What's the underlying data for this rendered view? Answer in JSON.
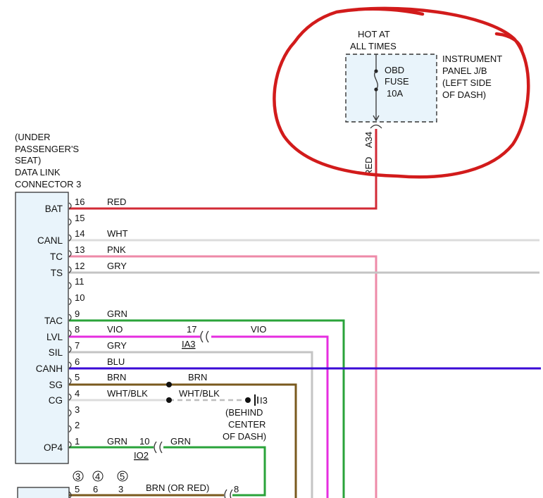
{
  "fuse_box": {
    "hot_line1": "HOT AT",
    "hot_line2": "ALL TIMES",
    "fuse_line1": "OBD",
    "fuse_line2": "FUSE",
    "fuse_line3": "10A",
    "jb_line1": "INSTRUMENT",
    "jb_line2": "PANEL J/B",
    "jb_line3": "(LEFT SIDE",
    "jb_line4": "OF DASH)",
    "terminal": "A34",
    "wire_color": "RED"
  },
  "connector": {
    "line1": "(UNDER",
    "line2": "PASSENGER'S",
    "line3": "SEAT)",
    "line4": "DATA LINK",
    "line5": "CONNECTOR 3"
  },
  "pins": [
    {
      "pin": "16",
      "name": "BAT",
      "wire": "RED"
    },
    {
      "pin": "15",
      "name": "",
      "wire": ""
    },
    {
      "pin": "14",
      "name": "CANL",
      "wire": "WHT"
    },
    {
      "pin": "13",
      "name": "TC",
      "wire": "PNK"
    },
    {
      "pin": "12",
      "name": "TS",
      "wire": "GRY"
    },
    {
      "pin": "11",
      "name": "",
      "wire": ""
    },
    {
      "pin": "10",
      "name": "",
      "wire": ""
    },
    {
      "pin": "9",
      "name": "TAC",
      "wire": "GRN"
    },
    {
      "pin": "8",
      "name": "LVL",
      "wire": "VIO"
    },
    {
      "pin": "7",
      "name": "SIL",
      "wire": "GRY"
    },
    {
      "pin": "6",
      "name": "CANH",
      "wire": "BLU"
    },
    {
      "pin": "5",
      "name": "SG",
      "wire": "BRN"
    },
    {
      "pin": "4",
      "name": "CG",
      "wire": "WHT/BLK"
    },
    {
      "pin": "3",
      "name": "",
      "wire": ""
    },
    {
      "pin": "2",
      "name": "",
      "wire": ""
    },
    {
      "pin": "1",
      "name": "OP4",
      "wire": "GRN"
    }
  ],
  "junctions": {
    "ia3_pin": "17",
    "ia3_name": "IA3",
    "ia3_wire": "VIO",
    "sg_wire": "BRN",
    "cg_wire": "WHT/BLK",
    "ground": "I3",
    "ground_line1": "(BEHIND",
    "ground_line2": "CENTER",
    "ground_line3": "OF DASH)",
    "io2_pin": "10",
    "io2_name": "IO2",
    "io2_wire": "GRN"
  },
  "bottom": {
    "circle1": "3",
    "circle2": "4",
    "circle3": "5",
    "pin_a": "5",
    "pin_b": "6",
    "pin_c": "3",
    "wire": "BRN (OR RED)",
    "pin_right": "8"
  },
  "colors": {
    "red": "#d22a35",
    "white_wire": "#dcdcdc",
    "pink": "#ee8aa8",
    "gray": "#c4c4c4",
    "green": "#2aa33a",
    "violet": "#e62ee0",
    "blue": "#3a0ad6",
    "brown": "#7a5a1e",
    "box_fill": "#e9f4fb",
    "annotation": "#d21b1b"
  }
}
